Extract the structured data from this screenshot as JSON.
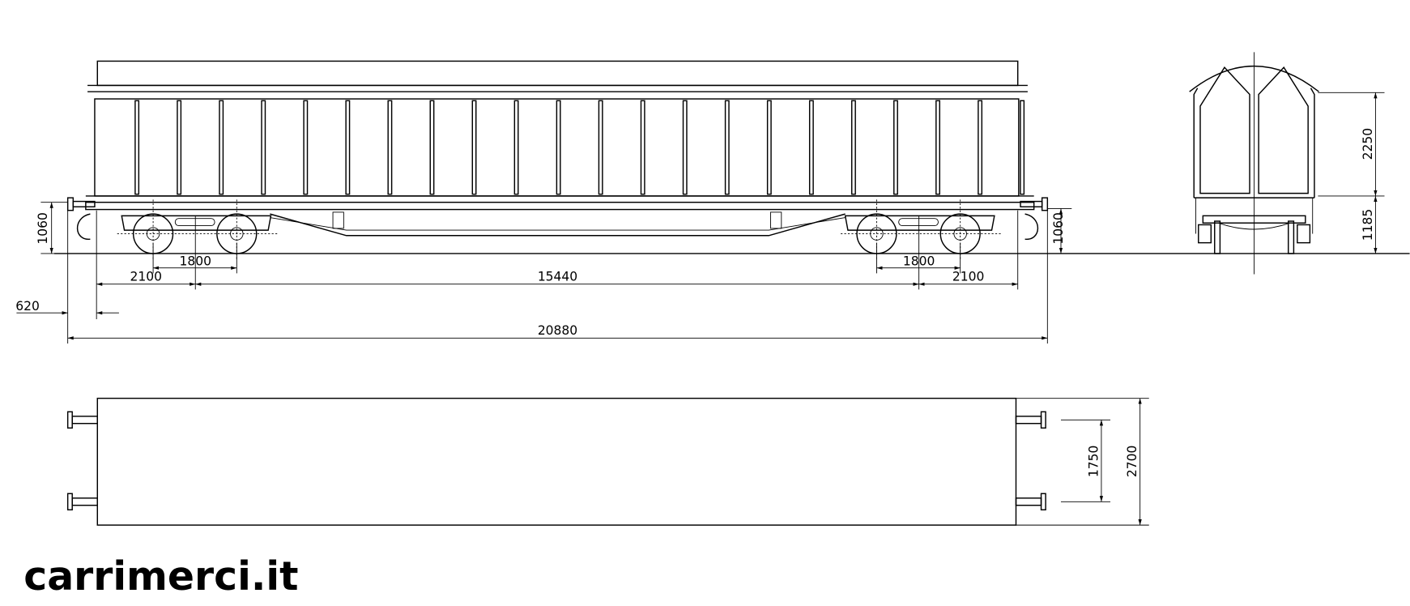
{
  "logo": "carrimerci.it",
  "side_view": {
    "dim_height_left": "1060",
    "dim_height_right": "1060",
    "dim_axle_left": "1800",
    "dim_axle_right": "1800",
    "dim_overhang_left": "2100",
    "dim_bogie_centres": "15440",
    "dim_overhang_right": "2100",
    "dim_buffer": "620",
    "dim_length_over_buffers": "20880"
  },
  "end_view": {
    "dim_body_height": "2250",
    "dim_floor_height": "1185"
  },
  "top_view": {
    "dim_buffer_spacing": "1750",
    "dim_width": "2700"
  }
}
